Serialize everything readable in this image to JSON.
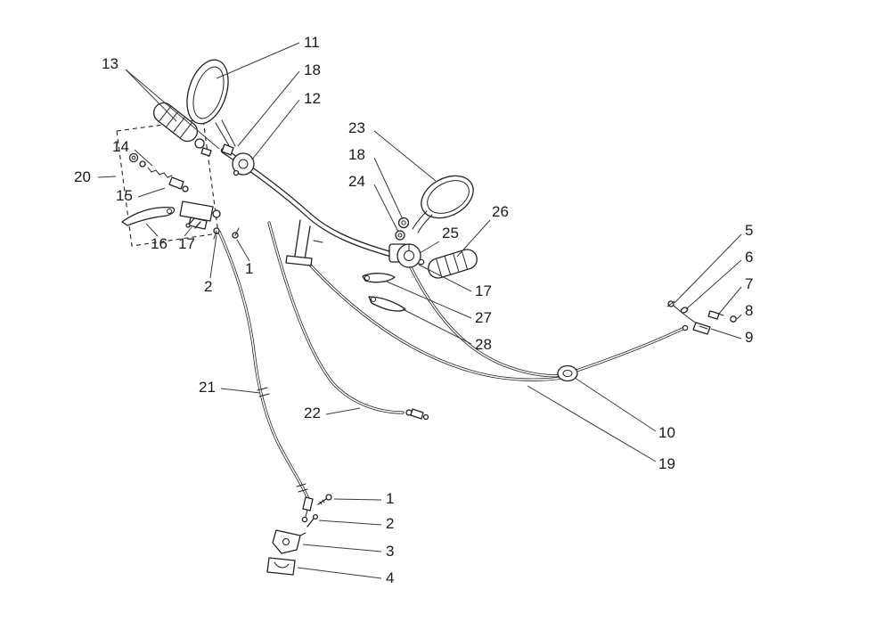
{
  "diagram": {
    "colors": {
      "background": "#ffffff",
      "line": "#222222",
      "label": "#1a1a1a"
    },
    "callouts": [
      {
        "label": "11"
      },
      {
        "label": "13"
      },
      {
        "label": "18"
      },
      {
        "label": "12"
      },
      {
        "label": "23"
      },
      {
        "label": "14"
      },
      {
        "label": "18"
      },
      {
        "label": "20"
      },
      {
        "label": "24"
      },
      {
        "label": "15"
      },
      {
        "label": "26"
      },
      {
        "label": "25"
      },
      {
        "label": "16"
      },
      {
        "label": "17"
      },
      {
        "label": "2"
      },
      {
        "label": "1"
      },
      {
        "label": "17"
      },
      {
        "label": "5"
      },
      {
        "label": "27"
      },
      {
        "label": "6"
      },
      {
        "label": "7"
      },
      {
        "label": "28"
      },
      {
        "label": "8"
      },
      {
        "label": "9"
      },
      {
        "label": "21"
      },
      {
        "label": "22"
      },
      {
        "label": "10"
      },
      {
        "label": "19"
      },
      {
        "label": "1"
      },
      {
        "label": "2"
      },
      {
        "label": "3"
      },
      {
        "label": "4"
      }
    ]
  }
}
